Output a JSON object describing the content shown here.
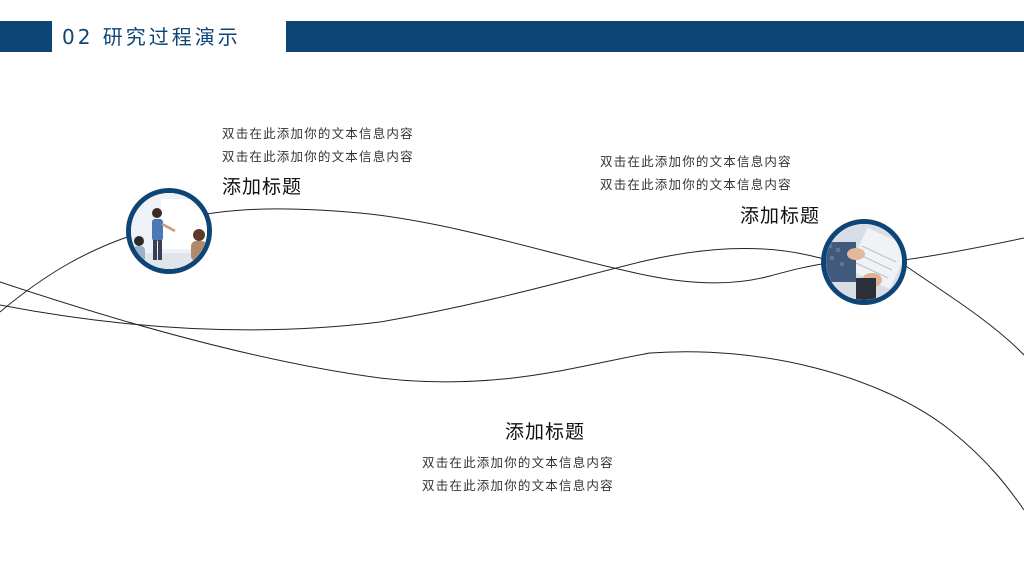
{
  "header": {
    "section_title": "02 研究过程演示"
  },
  "blocks": [
    {
      "title": "添加标题",
      "lines": [
        "双击在此添加你的文本信息内容",
        "双击在此添加你的文本信息内容"
      ]
    },
    {
      "title": "添加标题",
      "lines": [
        "双击在此添加你的文本信息内容",
        "双击在此添加你的文本信息内容"
      ]
    },
    {
      "title": "添加标题",
      "lines": [
        "双击在此添加你的文本信息内容",
        "双击在此添加你的文本信息内容"
      ]
    }
  ],
  "colors": {
    "accent": "#0d4576",
    "line": "#222222"
  },
  "icons": [
    "presentation-photo",
    "typing-photo"
  ]
}
